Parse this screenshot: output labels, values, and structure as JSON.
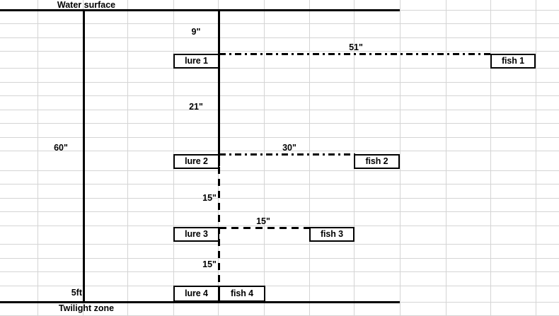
{
  "diagram": {
    "title_labels": {
      "water_surface": "Water surface",
      "twilight_zone": "Twilight zone",
      "depth_total": "60\"",
      "depth_feet": "5ft"
    },
    "boxes": [
      {
        "id": "lure-1",
        "label": "lure 1"
      },
      {
        "id": "fish-1",
        "label": "fish 1"
      },
      {
        "id": "lure-2",
        "label": "lure 2"
      },
      {
        "id": "fish-2",
        "label": "fish 2"
      },
      {
        "id": "lure-3",
        "label": "lure 3"
      },
      {
        "id": "fish-3",
        "label": "fish 3"
      },
      {
        "id": "lure-4",
        "label": "lure 4"
      },
      {
        "id": "fish-4",
        "label": "fish 4"
      }
    ],
    "measurements": {
      "surface_to_lure1": "9\"",
      "lure1_to_lure2": "21\"",
      "lure2_to_lure3": "15\"",
      "lure3_to_lure4": "15\"",
      "lure1_to_fish1": "51\"",
      "lure2_to_fish2": "30\"",
      "lure3_to_fish3": "15\""
    },
    "colors": {
      "line": "#000000",
      "gridline": "#d4d4d4",
      "background": "#ffffff"
    }
  }
}
